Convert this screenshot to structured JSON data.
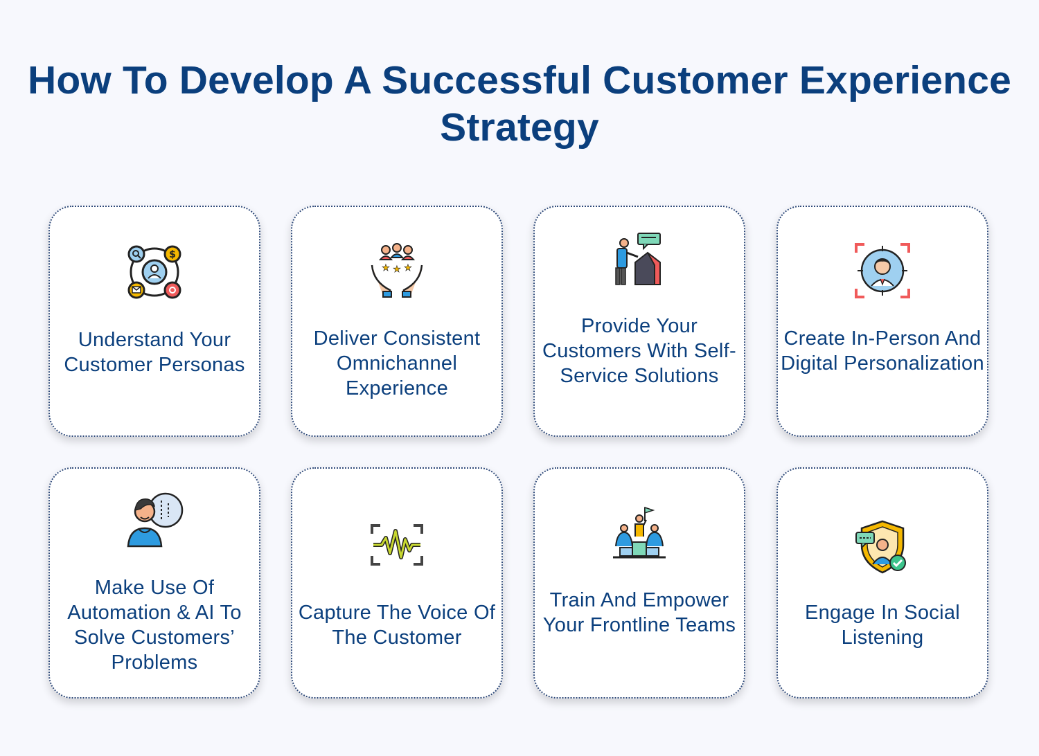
{
  "title": "How To Develop A Successful Customer Experience Strategy",
  "cards": [
    {
      "label": "Understand Your Customer Personas",
      "icon": "customer-personas-network-icon"
    },
    {
      "label": "Deliver Consistent Omnichannel Experience",
      "icon": "hands-holding-people-stars-icon"
    },
    {
      "label": "Provide Your Customers With Self-Service Solutions",
      "icon": "person-at-kiosk-icon"
    },
    {
      "label": "Create In-Person And Digital Personalization",
      "icon": "target-person-focus-icon"
    },
    {
      "label": "Make Use Of Automation & AI To Solve Customers’ Problems",
      "icon": "person-with-ai-bubble-icon"
    },
    {
      "label": "Capture The Voice Of The Customer",
      "icon": "voice-waveform-scan-icon"
    },
    {
      "label": "Train And Empower Your Frontline Teams",
      "icon": "team-podium-flag-icon"
    },
    {
      "label": "Engage In Social Listening",
      "icon": "shield-person-chat-icon"
    }
  ],
  "colors": {
    "title": "#0b3f7d",
    "card_border": "#2f4a7a",
    "background": "#f7f8fd"
  }
}
